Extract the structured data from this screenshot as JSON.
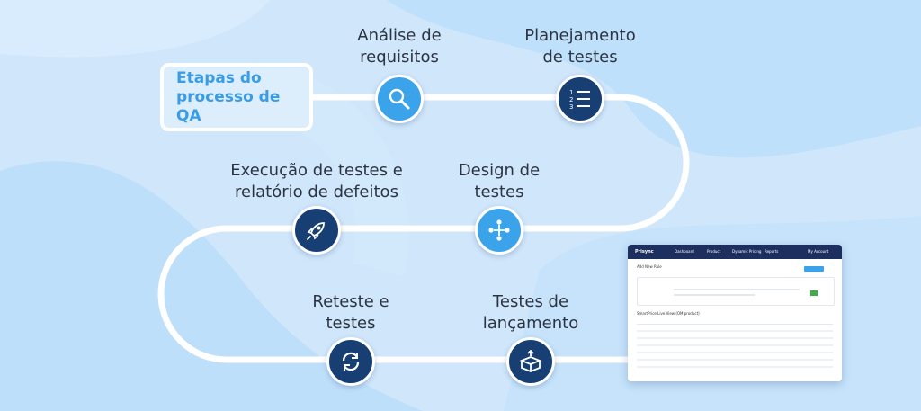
{
  "title": [
    "Etapas do",
    "processo de QA"
  ],
  "steps": [
    {
      "lines": [
        "Análise de",
        "requisitos"
      ],
      "icon": "magnifier-icon"
    },
    {
      "lines": [
        "Planejamento",
        "de testes"
      ],
      "icon": "numbered-list-icon"
    },
    {
      "lines": [
        "Design de",
        "testes"
      ],
      "icon": "flowchart-icon"
    },
    {
      "lines": [
        "Execução de testes e",
        "relatório de defeitos"
      ],
      "icon": "rocket-icon"
    },
    {
      "lines": [
        "Reteste e",
        "testes"
      ],
      "icon": "refresh-icon"
    },
    {
      "lines": [
        "Testes de",
        "lançamento"
      ],
      "icon": "box-upload-icon"
    }
  ],
  "app": {
    "brand": "Prisync",
    "nav": [
      "Dashboard",
      "Product",
      "Dynamic Pricing",
      "Reports"
    ],
    "account": "My Account",
    "section1": "Add New Rule",
    "section2": "SmartPrice Live View (OM product)"
  },
  "colors": {
    "accent_light": "#3aa3ea",
    "accent_dark": "#173f73",
    "path": "#ffffff",
    "title": "#3a9ce5"
  }
}
